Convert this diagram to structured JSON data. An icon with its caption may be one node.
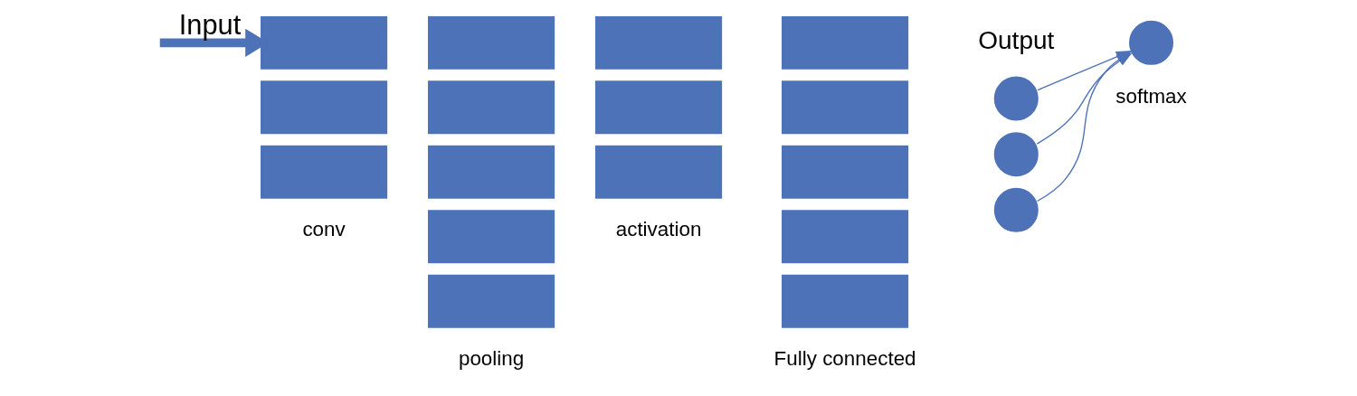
{
  "diagram": {
    "nodes": [
      {
        "text": [],
        "shape": "box"
      },
      {
        "text": [],
        "shape": "box"
      },
      {
        "text": [],
        "shape": "box",
        "beside": [
          "conv"
        ]
      },
      {
        "text": [],
        "shape": "box"
      },
      {
        "text": [],
        "shape": "box"
      },
      {
        "text": [],
        "shape": "box"
      },
      {
        "text": [],
        "shape": "box"
      },
      {
        "text": [],
        "shape": "box",
        "beside": [
          "pooling"
        ]
      },
      {
        "text": [],
        "shape": "box"
      },
      {
        "text": [],
        "shape": "box"
      },
      {
        "text": [],
        "shape": "box",
        "beside": [
          "activation"
        ]
      },
      {
        "text": [],
        "shape": "box"
      },
      {
        "text": [],
        "shape": "box"
      },
      {
        "text": [],
        "shape": "box"
      },
      {
        "text": [],
        "shape": "box"
      },
      {
        "text": [],
        "shape": "box",
        "beside": [
          "Fully connected"
        ]
      },
      {
        "text": [],
        "shape": "circle"
      },
      {
        "text": [],
        "shape": "circle"
      },
      {
        "text": [],
        "shape": "circle"
      },
      {
        "text": [],
        "shape": "circle",
        "beside": [
          "softmax"
        ]
      }
    ],
    "edges": [
      {
        "from": null,
        "to": 0,
        "arrow": "to",
        "label": "Input",
        "style": "thick"
      },
      {
        "from": 16,
        "to": 19,
        "arrow": "to"
      },
      {
        "from": 17,
        "to": 19,
        "arrow": "to"
      },
      {
        "from": 18,
        "to": 19,
        "arrow": "to"
      }
    ],
    "labels": [
      "Output"
    ]
  }
}
